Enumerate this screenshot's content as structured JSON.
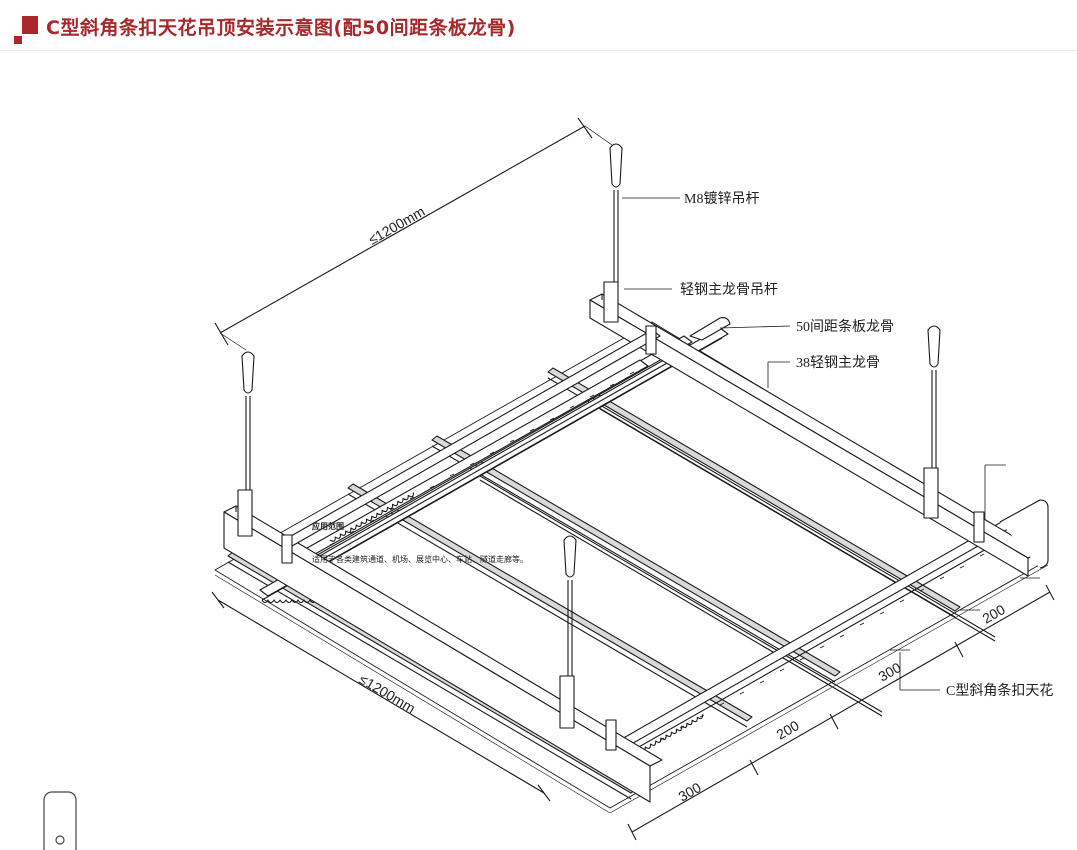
{
  "header": {
    "title": "C型斜角条扣天花吊顶安装示意图(配50间距条板龙骨)"
  },
  "diagram": {
    "labels": {
      "hanger_rod": "M8镀锌吊杆",
      "main_runner_hanger": "轻钢主龙骨吊杆",
      "strip_keel": "50间距条板龙骨",
      "main_runner": "38轻钢主龙骨",
      "ceiling_strip": "C型斜角条扣天花"
    },
    "dimensions": {
      "top_span": "≤1200mm",
      "left_span": "≤1200mm",
      "front_1": "300",
      "front_2": "200",
      "right_1": "300",
      "right_2": "200"
    },
    "application": {
      "title": "应用范围",
      "text": "适用于各类建筑通道、机场、展览中心、车站、隧道走廊等。"
    }
  },
  "colors": {
    "title": "#a8282c",
    "logo": "#a8282c",
    "line": "#1a1a1a"
  }
}
